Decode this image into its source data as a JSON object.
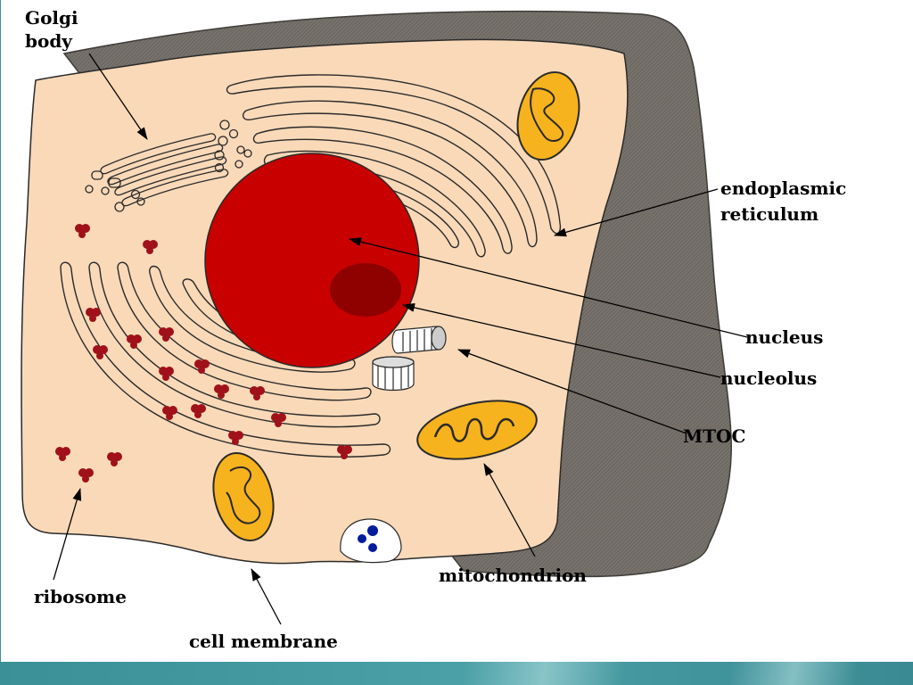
{
  "labels": {
    "golgi_line1": "Golgi",
    "golgi_line2": "body",
    "er_line1": "endoplasmic",
    "er_line2": "reticulum",
    "nucleus": "nucleus",
    "nucleolus": "nucleolus",
    "mtoc": "MTOC",
    "mitochondrion": "mitochondrion",
    "ribosome": "ribosome",
    "cell_membrane": "cell membrane"
  },
  "colors": {
    "cytoplasm": "#f9d9b8",
    "wall_shadow": "#6f6a64",
    "nucleus": "#c80000",
    "nucleolus": "#8f0000",
    "mitochondrion": "#f6b31e",
    "ribosome": "#a0111a",
    "vacuole_dots": "#001c9c",
    "band": "#3f949a"
  }
}
